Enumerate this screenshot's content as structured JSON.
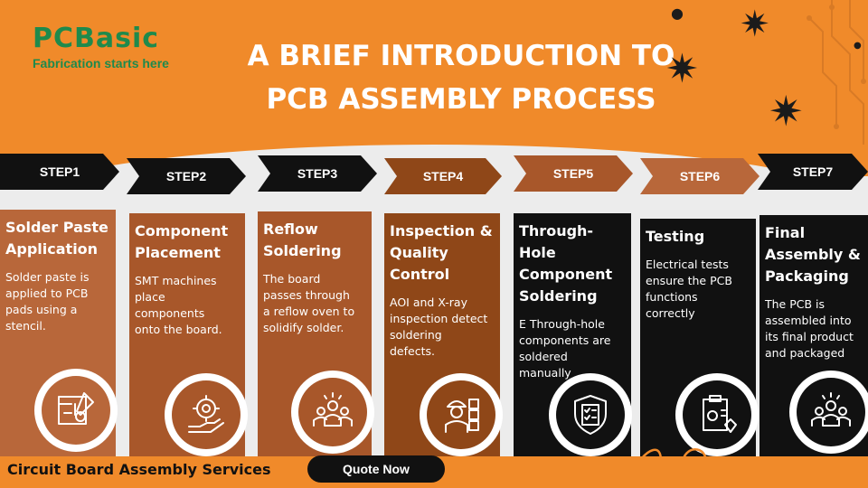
{
  "brand": {
    "logo": "PCBasic",
    "tagline": "Fabrication starts here"
  },
  "title": {
    "line1": "A BRIEF INTRODUCTION TO",
    "line2": "PCB ASSEMBLY PROCESS"
  },
  "colors": {
    "orange": "#f08a2a",
    "brown_light": "#b8673a",
    "brown_mid": "#a8572a",
    "brown_dark": "#8f4718",
    "black": "#111111",
    "green": "#1f8a4c"
  },
  "steps": [
    {
      "label": "STEP1",
      "title_lines": [
        "Solder Paste",
        "Application"
      ],
      "desc_lines": [
        "Solder paste is",
        "applied to PCB",
        "pads using a",
        "stencil."
      ],
      "icon": "blueprint-pen-icon"
    },
    {
      "label": "STEP2",
      "title_lines": [
        "Component",
        "Placement"
      ],
      "desc_lines": [
        "SMT machines",
        "place",
        "components",
        "onto the board."
      ],
      "icon": "hand-gear-person-icon"
    },
    {
      "label": "STEP3",
      "title_lines": [
        "Reflow",
        "Soldering"
      ],
      "desc_lines": [
        "The board",
        "passes through",
        "a reflow oven to",
        "solidify solder."
      ],
      "icon": "team-group-icon"
    },
    {
      "label": "STEP4",
      "title_lines": [
        "Inspection &",
        "Quality",
        "Control"
      ],
      "desc_lines": [
        "AOI and X-ray",
        "inspection detect",
        "soldering",
        "defects."
      ],
      "icon": "inspector-boxes-icon"
    },
    {
      "label": "STEP5",
      "title_lines": [
        "Through-Hole",
        "Component",
        "Soldering"
      ],
      "desc_lines": [
        "E Through-hole",
        "components are",
        "soldered",
        "manually"
      ],
      "icon": "shield-checklist-icon"
    },
    {
      "label": "STEP6",
      "title_lines": [
        "Testing"
      ],
      "desc_lines": [
        "Electrical tests",
        "ensure the PCB",
        "functions",
        "correctly"
      ],
      "icon": "clipboard-gear-icon"
    },
    {
      "label": "STEP7",
      "title_lines": [
        "Final",
        "Assembly &",
        "Packaging"
      ],
      "desc_lines": [
        "The PCB is",
        "assembled into",
        "its final product",
        "and packaged"
      ],
      "icon": "team-group-icon"
    }
  ],
  "footer": {
    "services": "Circuit Board Assembly Services",
    "quote_button": "Quote Now"
  }
}
